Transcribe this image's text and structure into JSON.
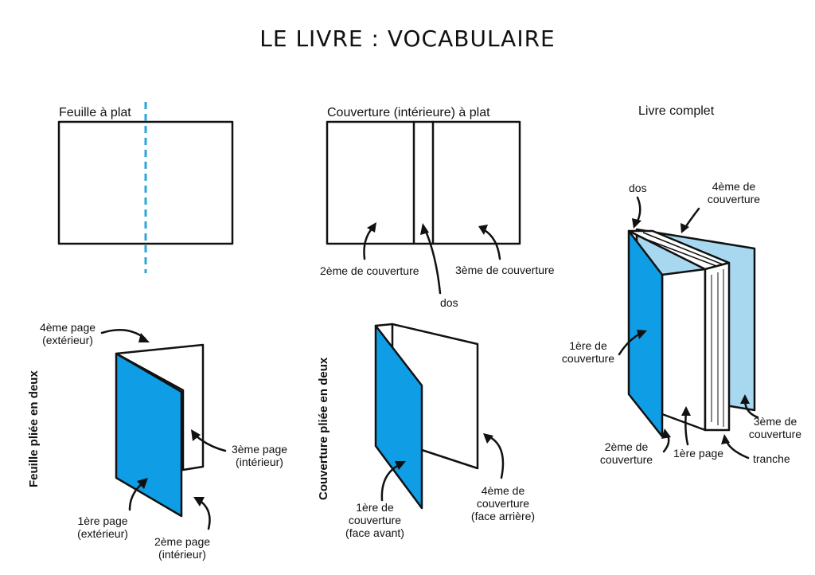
{
  "title": "LE LIVRE : VOCABULAIRE",
  "colors": {
    "blue": "#0f9de6",
    "light_blue": "#a8d8ef",
    "fold_line": "#2aa6d9",
    "ink": "#111111"
  },
  "sections": {
    "flat_sheet": {
      "heading": "Feuille à plat"
    },
    "flat_cover": {
      "heading": "Couverture (intérieure) à plat",
      "label_left": "2ème de couverture",
      "label_spine": "dos",
      "label_right": "3ème de couverture"
    },
    "complete_book": {
      "heading": "Livre complet",
      "dos": "dos",
      "fourth_cover": [
        "4ème de",
        "couverture"
      ],
      "first_cover": [
        "1ère de",
        "couverture"
      ],
      "second_cover": [
        "2ème de",
        "couverture"
      ],
      "first_page": "1ère page",
      "third_cover": [
        "3ème de",
        "couverture"
      ],
      "edge": "tranche"
    },
    "folded_sheet": {
      "heading": "Feuille pliée en deux",
      "page4": [
        "4ème page",
        "(extérieur)"
      ],
      "page3": [
        "3ème page",
        "(intérieur)"
      ],
      "page1": [
        "1ère page",
        "(extérieur)"
      ],
      "page2": [
        "2ème page",
        "(intérieur)"
      ]
    },
    "folded_cover": {
      "heading": "Couverture pliée en deux",
      "first_cover": [
        "1ère de",
        "couverture",
        "(face avant)"
      ],
      "fourth_cover": [
        "4ème de",
        "couverture",
        "(face arrière)"
      ]
    }
  }
}
